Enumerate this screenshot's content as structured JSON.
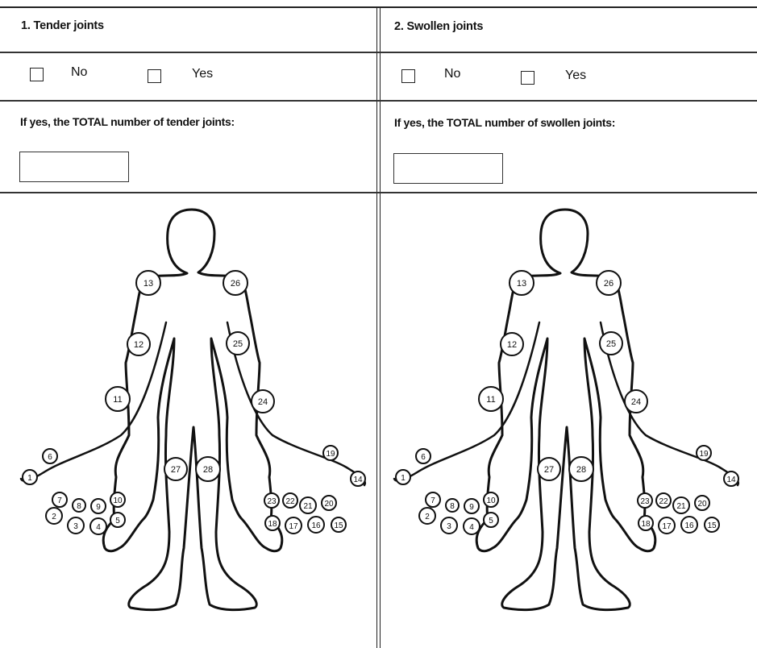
{
  "tender": {
    "heading": "1. Tender joints",
    "no_label": "No",
    "yes_label": "Yes",
    "question": "If yes, the TOTAL number of tender joints:",
    "total_value": ""
  },
  "swollen": {
    "heading": "2. Swollen joints",
    "no_label": "No",
    "yes_label": "Yes",
    "question": "If yes, the TOTAL number of swollen joints:",
    "total_value": ""
  },
  "joint_labels": [
    "1",
    "2",
    "3",
    "4",
    "5",
    "6",
    "7",
    "8",
    "9",
    "10",
    "11",
    "12",
    "13",
    "14",
    "15",
    "16",
    "17",
    "18",
    "19",
    "20",
    "21",
    "22",
    "23",
    "24",
    "25",
    "26",
    "27",
    "28"
  ]
}
